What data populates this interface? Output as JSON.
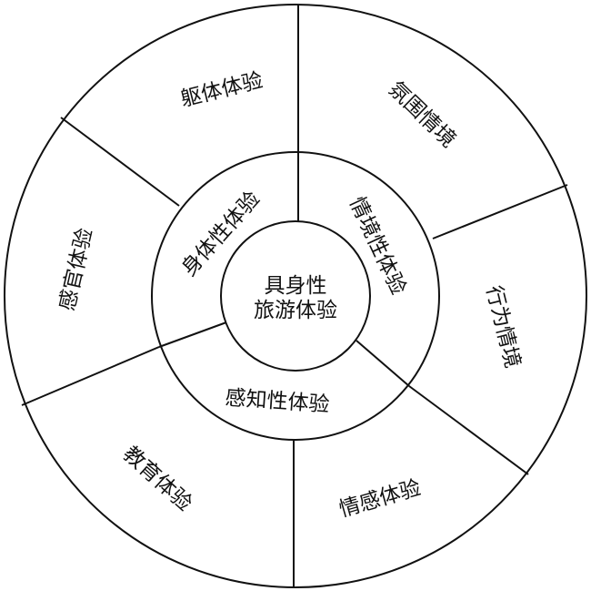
{
  "diagram": {
    "center": {
      "lines": [
        "具身性",
        "旅游体验"
      ]
    },
    "middle_ring": [
      {
        "label": "身体性体验"
      },
      {
        "label": "情境性体验"
      },
      {
        "label": "感知性体验"
      }
    ],
    "outer_ring": [
      {
        "label": "躯体体验"
      },
      {
        "label": "氛围情境"
      },
      {
        "label": "行为情境"
      },
      {
        "label": "情感体验"
      },
      {
        "label": "教育体验"
      },
      {
        "label": "感官体验"
      }
    ],
    "colors": {
      "stroke": "#111111",
      "background": "#ffffff"
    }
  }
}
